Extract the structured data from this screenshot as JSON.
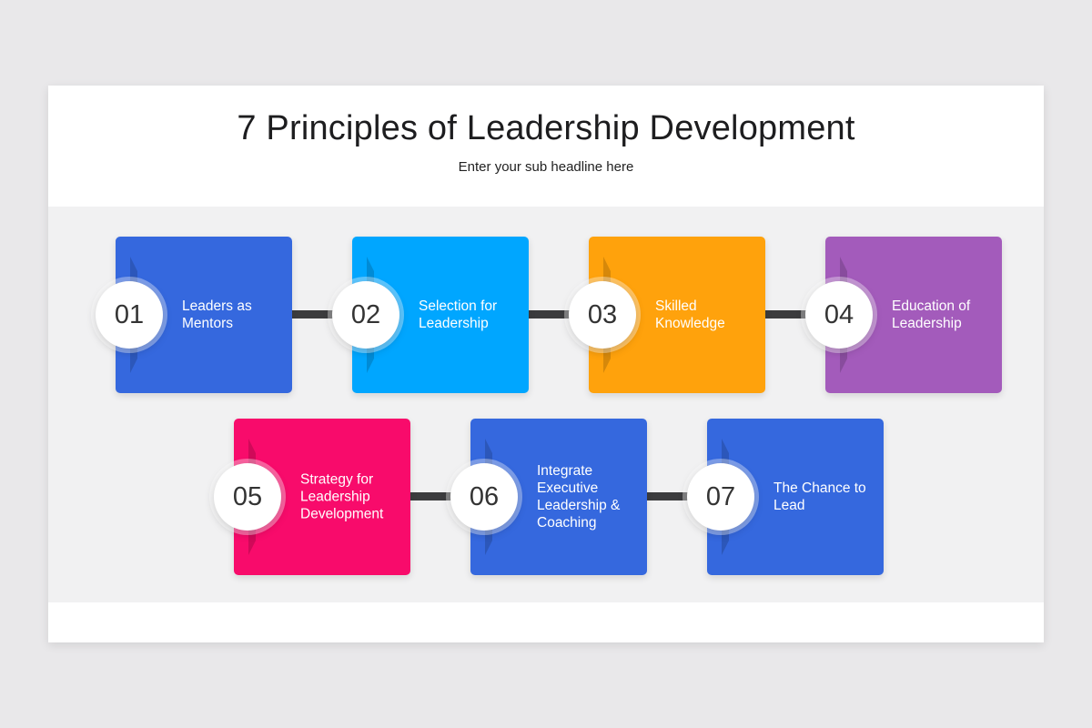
{
  "title": "7 Principles of Leadership Development",
  "subtitle": "Enter your sub headline here",
  "steps": [
    {
      "number": "01",
      "label": "Leaders as Mentors",
      "color": "#3568de"
    },
    {
      "number": "02",
      "label": "Selection for Leadership",
      "color": "#00a6ff"
    },
    {
      "number": "03",
      "label": "Skilled Knowledge",
      "color": "#ffa20c"
    },
    {
      "number": "04",
      "label": "Education of Leadership",
      "color": "#a35bbb"
    },
    {
      "number": "05",
      "label": "Strategy for Leadership Development",
      "color": "#f80b6b"
    },
    {
      "number": "06",
      "label": "Integrate Executive Leadership & Coaching",
      "color": "#3568de"
    },
    {
      "number": "07",
      "label": "The Chance to Lead",
      "color": "#3568de"
    }
  ]
}
